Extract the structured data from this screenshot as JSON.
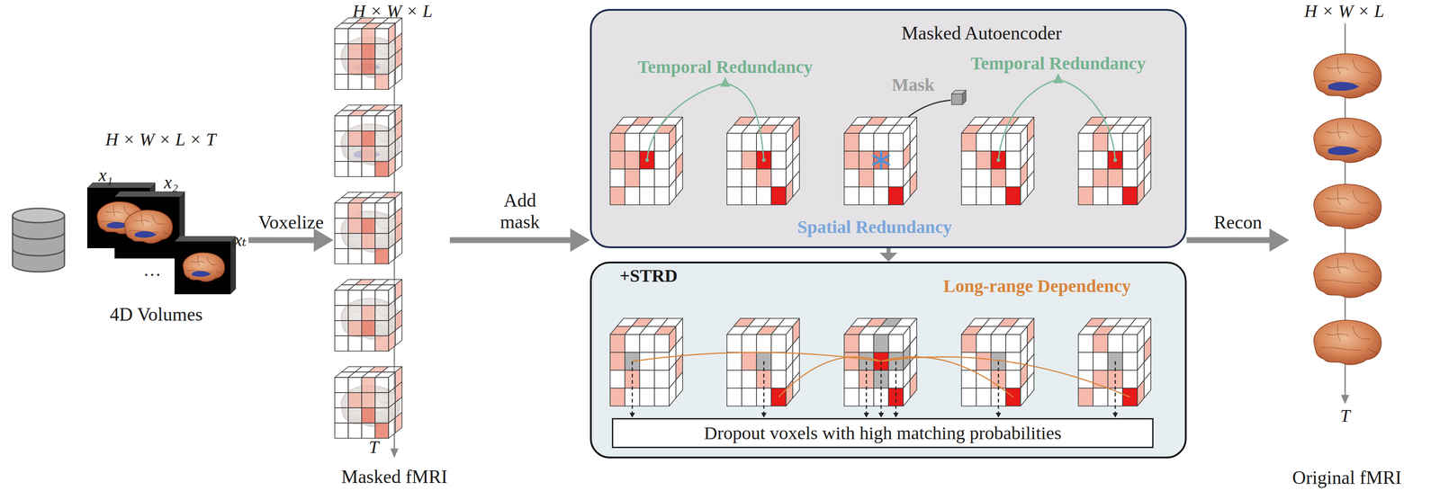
{
  "diagram": {
    "nodes": [
      {
        "text": [
          "H × W × L × T",
          "4D Volumes"
        ]
      },
      {
        "text": [
          "H × W × L",
          "Masked fMRI"
        ]
      },
      {
        "text": [
          "Masked Autoencoder"
        ]
      },
      {
        "text": [
          "+STRD"
        ]
      },
      {
        "text": [
          "Dropout voxels with high matching probabilities"
        ],
        "in": 3
      },
      {
        "text": [
          "H × W × L",
          "Original fMRI"
        ]
      }
    ],
    "edges": [
      {
        "from": 0,
        "to": 1,
        "arrow": "to",
        "label": "Voxelize"
      },
      {
        "from": 1,
        "to": 2,
        "arrow": "to",
        "label": "Add mask"
      },
      {
        "from": 2,
        "to": 3,
        "arrow": "to"
      },
      {
        "from": 2,
        "to": 5,
        "arrow": "to",
        "label": "Recon"
      }
    ],
    "labels": [
      "x₁",
      "x₂",
      "…",
      "xₜ",
      "T",
      "Temporal Redundancy",
      "Mask",
      "Temporal Redundancy",
      "Spatial Redundancy",
      "Long-range Dependency",
      "T"
    ]
  }
}
